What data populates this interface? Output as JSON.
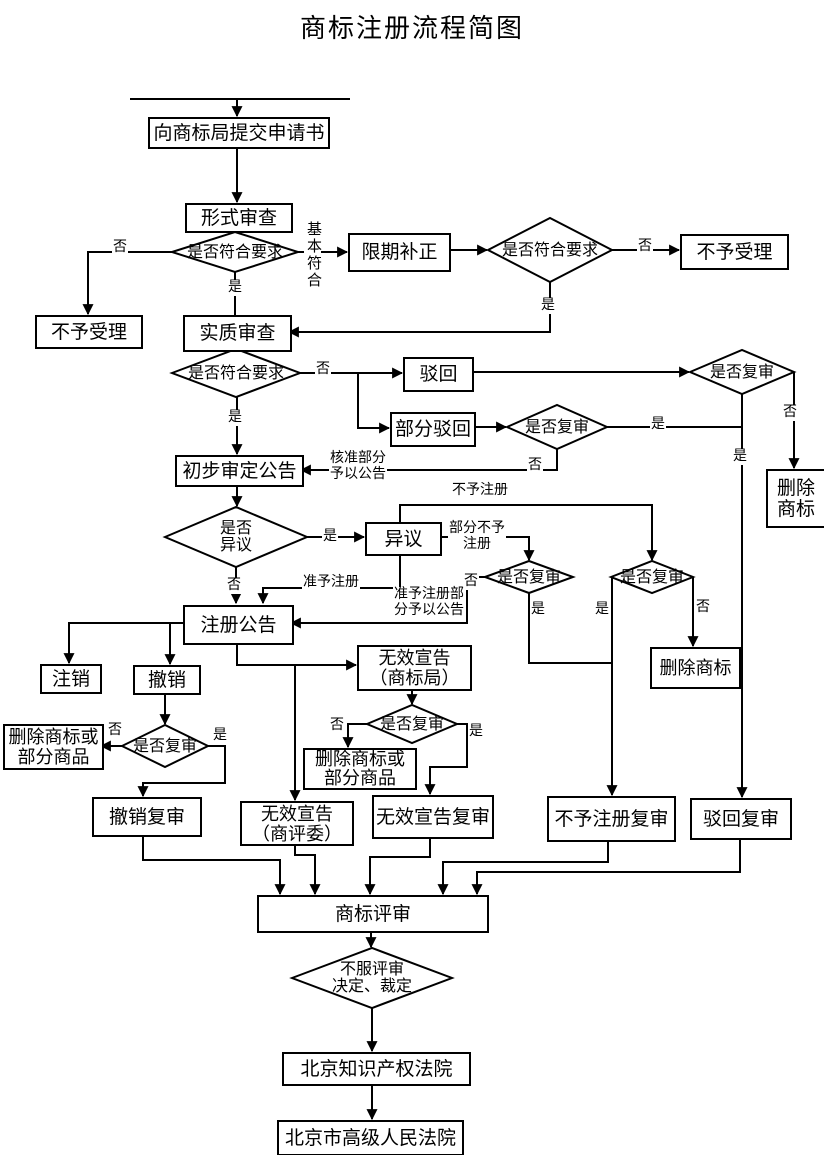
{
  "title": "商标注册流程简图",
  "nodes": {
    "submit": {
      "label": "向商标局提交申请书"
    },
    "formal": {
      "label": "形式审查"
    },
    "reject_left": {
      "label": "不予受理"
    },
    "correction": {
      "label": "限期补正"
    },
    "reject_right": {
      "label": "不予受理"
    },
    "substantive": {
      "label": "实质审查"
    },
    "bohui": {
      "label": "驳回"
    },
    "partial_bohui": {
      "label": "部分驳回"
    },
    "prelim": {
      "label": "初步审定公告"
    },
    "yiyi": {
      "label": "异议"
    },
    "delete_tm_right": {
      "label": "删除\n商标"
    },
    "reg_gazette": {
      "label": "注册公告"
    },
    "zhuxiao": {
      "label": "注销"
    },
    "chexiao": {
      "label": "撤销"
    },
    "delete_partial_left": {
      "label": "删除商标或\n部分商品"
    },
    "invalid_tmo": {
      "label": "无效宣告\n（商标局）"
    },
    "delete_tm_mid": {
      "label": "删除商标"
    },
    "delete_partial_right": {
      "label": "删除商标或\n部分商品"
    },
    "chexiao_review": {
      "label": "撤销复审"
    },
    "invalid_trab": {
      "label": "无效宣告\n（商评委）"
    },
    "invalid_review": {
      "label": "无效宣告复审"
    },
    "notreg_review": {
      "label": "不予注册复审"
    },
    "bohui_review": {
      "label": "驳回复审"
    },
    "tm_review": {
      "label": "商标评审"
    },
    "court_ip": {
      "label": "北京知识产权法院"
    },
    "court_high": {
      "label": "北京市高级人民法院"
    }
  },
  "decisions": {
    "formal_check": {
      "label": "是否符合要求"
    },
    "correction_check": {
      "label": "是否符合要求"
    },
    "subst_check": {
      "label": "是否符合要求"
    },
    "bohui_check": {
      "label": "是否复审"
    },
    "partial_check": {
      "label": "是否复审"
    },
    "yiyi_check": {
      "label": "是否\n异议"
    },
    "partial_notreg_check": {
      "label": "是否复审"
    },
    "notreg_check": {
      "label": "是否复审"
    },
    "chexiao_check": {
      "label": "是否复审"
    },
    "invalid_check": {
      "label": "是否复审"
    },
    "appeal_check": {
      "label": "不服评审\n决定、裁定"
    }
  },
  "edge_labels": {
    "no1": "否",
    "jiben": "基本符合",
    "yes1": "是",
    "no2": "否",
    "yes2": "是",
    "no3": "否",
    "yes3": "是",
    "hezhun": "核准部分\n予以公告",
    "no5": "否",
    "yes5": "是",
    "no4": "否",
    "yes4": "是",
    "buyu": "不予注册",
    "yes6": "是",
    "bufen": "部分不予\n注册",
    "no6": "否",
    "zhunyu": "准予注册",
    "no7": "否",
    "zyzc": "准予注册部\n分予以公告",
    "yes7": "是",
    "yes8": "是",
    "no8": "否",
    "no9": "否",
    "yes9": "是",
    "no10": "否",
    "yes10": "是"
  }
}
